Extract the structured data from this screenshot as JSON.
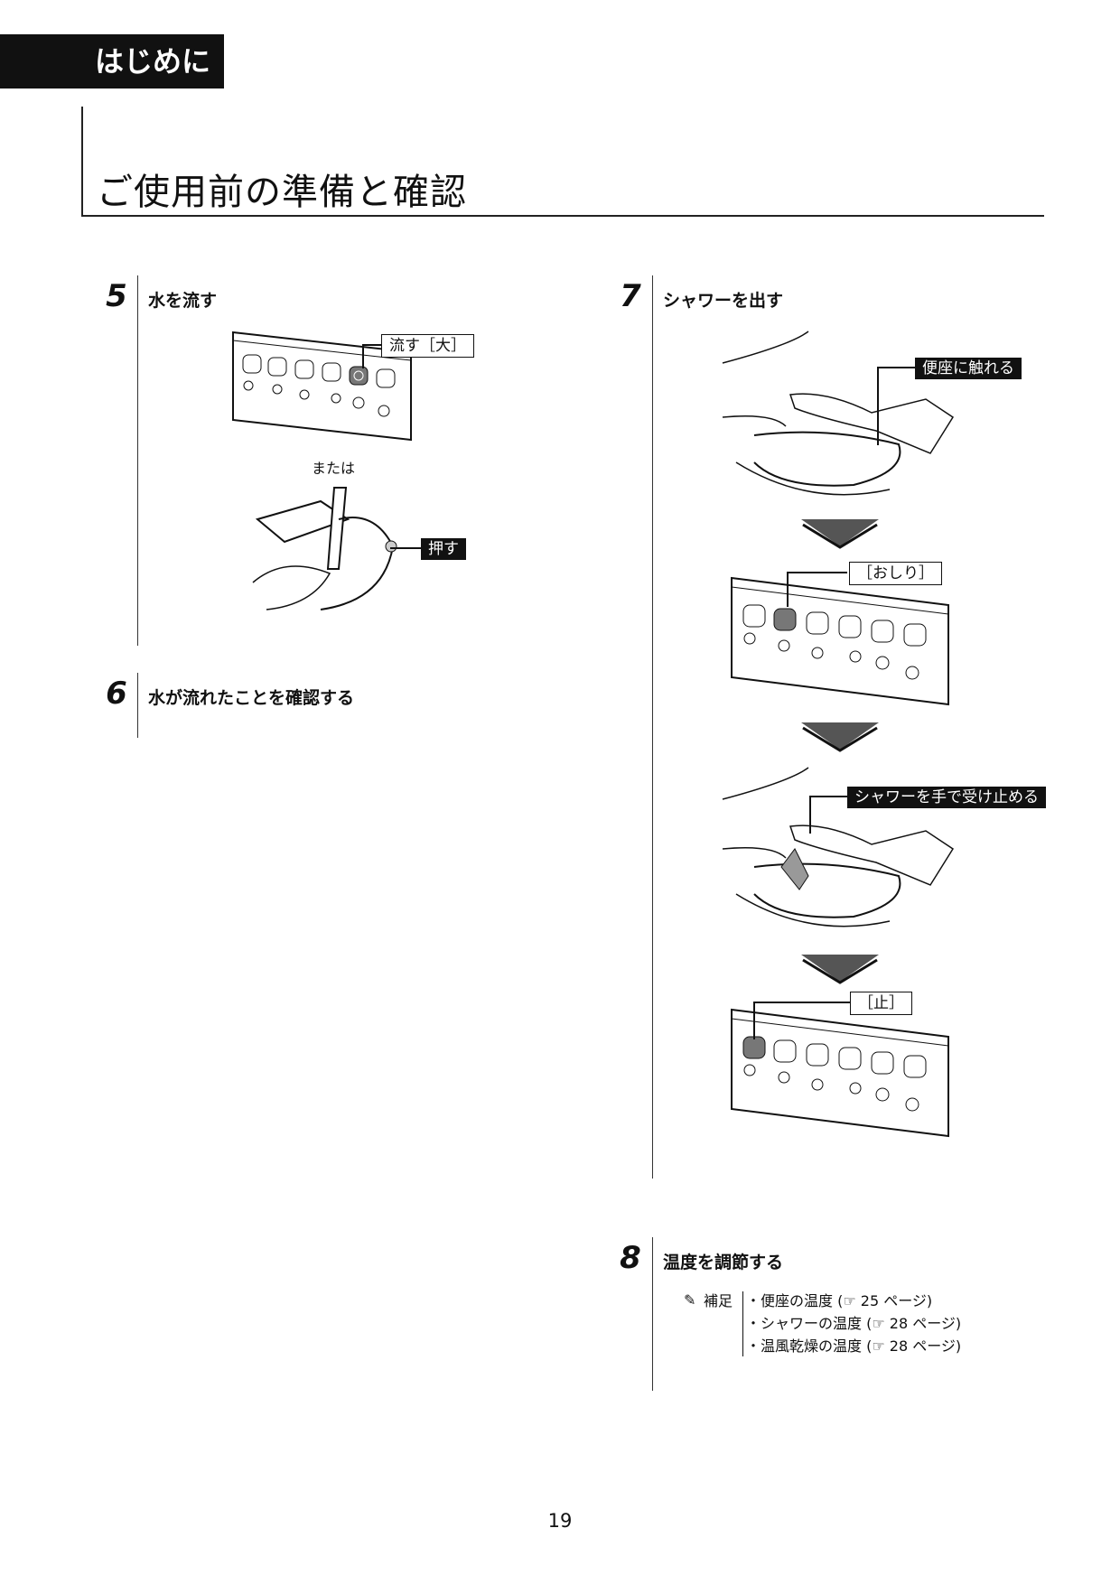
{
  "header": {
    "section_tab": "はじめに",
    "page_title": "ご使用前の準備と確認"
  },
  "steps": [
    {
      "number": "5",
      "title": "水を流す"
    },
    {
      "number": "6",
      "title": "水が流れたことを確認する"
    },
    {
      "number": "7",
      "title": "シャワーを出す"
    },
    {
      "number": "8",
      "title": "温度を調節する"
    }
  ],
  "step5": {
    "callout_flush": "流す［大］",
    "or_text": "または",
    "callout_push": "押す"
  },
  "step7": {
    "callout_touch_seat": "便座に触れる",
    "callout_oshiri": "［おしり］",
    "callout_catch": "シャワーを手で受け止める",
    "callout_stop": "［止］"
  },
  "step8": {
    "supplement_label": "補足",
    "notes": [
      "・便座の温度 (☞ 25 ページ)",
      "・シャワーの温度 (☞ 28 ページ)",
      "・温風乾燥の温度 (☞ 28 ページ)"
    ]
  },
  "footer": {
    "page_number": "19"
  }
}
